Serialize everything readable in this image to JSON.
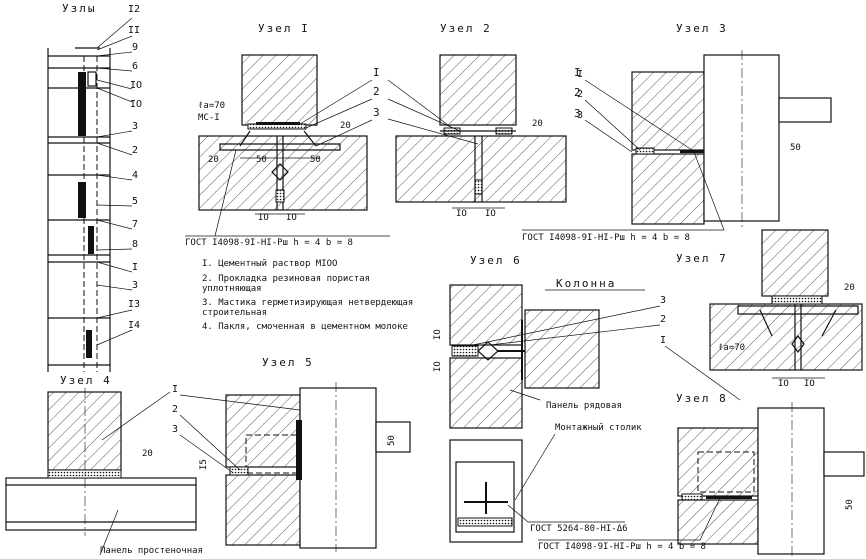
{
  "column_scheme": {
    "title": "Узлы",
    "labels": [
      "I2",
      "II",
      "9",
      "6",
      "IO",
      "IO",
      "3",
      "2",
      "4",
      "5",
      "7",
      "8",
      "I",
      "3",
      "I3",
      "I4"
    ]
  },
  "node1": {
    "title": "Узел I",
    "callouts": [
      "I",
      "2",
      "3"
    ],
    "anchor_label": "ℓа=70",
    "anchor_grade": "МС-I",
    "dim_20_side": "20",
    "dim_20_vert": "20",
    "dim_50_left": "50",
    "dim_50_right": "50",
    "dim_10_left": "IO",
    "dim_10_right": "IO",
    "gost": "ГОСТ I4098-9I-HI-Pш  h = 4  b = 8"
  },
  "node2": {
    "title": "Узел 2",
    "callouts": [
      "I",
      "2",
      "3"
    ],
    "dim_20": "20",
    "dim_10_left": "IO",
    "dim_10_right": "IO"
  },
  "node3": {
    "title": "Узел 3",
    "callouts": [
      "I",
      "2",
      "3"
    ],
    "dim_50": "50",
    "gost": "ГОСТ I4098-9I-HI-Pш h = 4 b = 8"
  },
  "legend": {
    "items": [
      "I. Цементный раствор MIOO",
      "2. Прокладка резиновая пористая",
      "   уплотняющая",
      "3. Мастика герметизирующая нетвердеющая",
      "   строительная",
      "4. Пакля, смоченная в цементном молоке"
    ]
  },
  "node4": {
    "title": "Узел 4",
    "dim_20": "20",
    "panel_label": "Панель простеночная"
  },
  "node5": {
    "title": "Узел 5",
    "callouts": [
      "I",
      "2",
      "3"
    ],
    "dim_15": "I5",
    "dim_50": "50"
  },
  "node6": {
    "title": "Узел 6",
    "column_label": "Колонна",
    "callouts": [
      "3",
      "2"
    ],
    "dim_10": "IO",
    "dim_10b": "IO",
    "panel_label": "Панель рядовая"
  },
  "node7": {
    "title": "Узел 7",
    "callout": "I",
    "anchor_label": "ℓа=70",
    "dim_20": "20",
    "dim_10_left": "IO",
    "dim_10_right": "IO"
  },
  "node8": {
    "title": "Узел 8",
    "dim_50": "50",
    "gost": "ГОСТ I4098-9I-HI-Pш  h = 4  b = 8"
  },
  "stand": {
    "label": "Монтажный столик",
    "gost": "ГОСТ 5264-80-HI-Δ6"
  }
}
